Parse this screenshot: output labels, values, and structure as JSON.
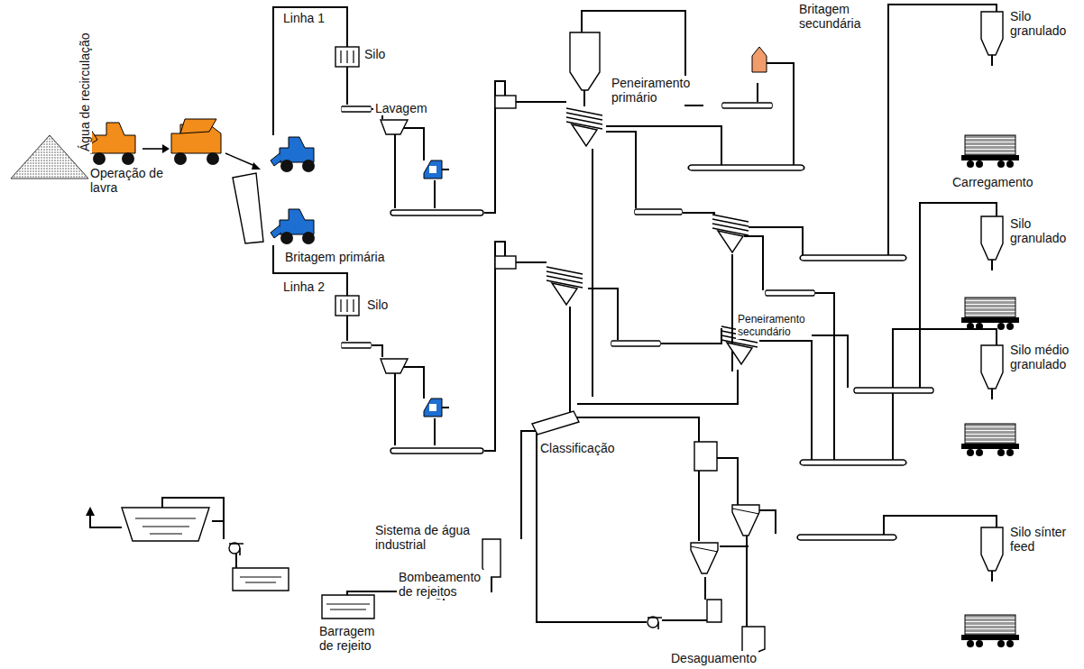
{
  "diagram": {
    "labels": [
      "Linha 1",
      "Silo",
      "Lavagem",
      "Peneiramento primário",
      "Britagem secundária",
      "Silo granulado",
      "Carregamento",
      "Operação de lavra",
      "Britagem primária",
      "Linha 2",
      "Silo",
      "Silo granulado",
      "Silo médio granulado",
      "Peneiramento secundário",
      "Classificação",
      "Silo sínter feed",
      "Água de recirculação",
      "Sistema de água industrial",
      "Bombeamento de rejeitos",
      "Barragem de rejeito",
      "Desaguamento"
    ]
  }
}
